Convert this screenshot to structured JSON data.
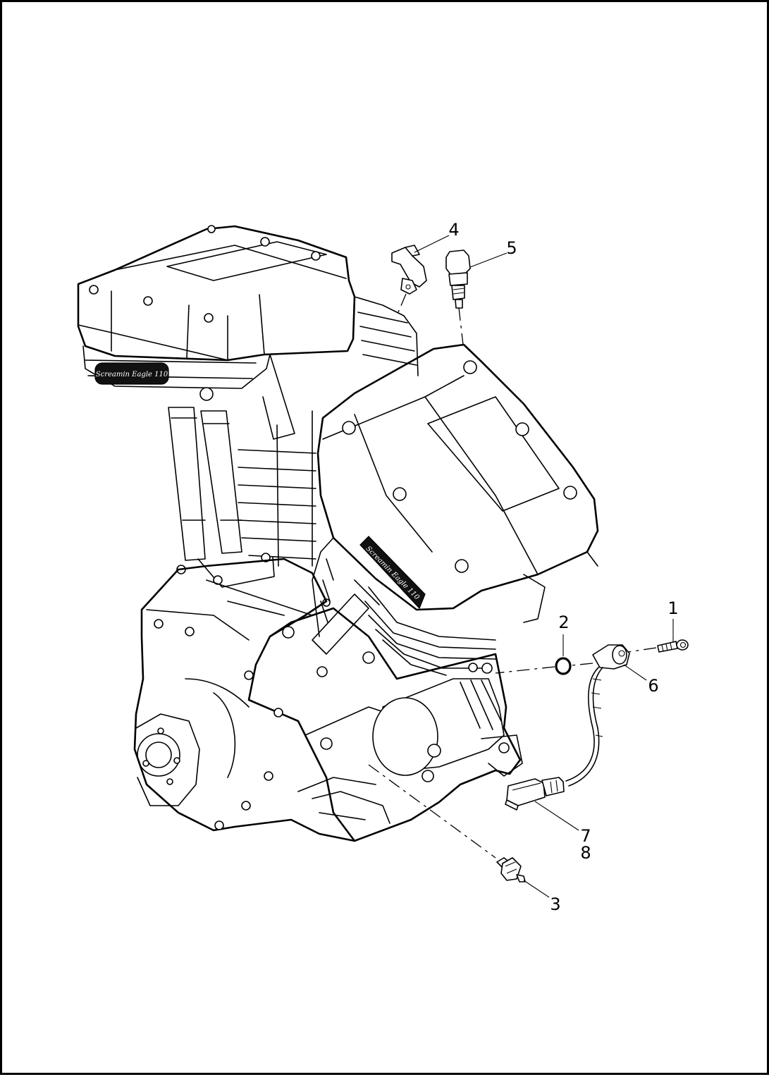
{
  "callouts": [
    {
      "id": "1",
      "label": "1"
    },
    {
      "id": "2",
      "label": "2"
    },
    {
      "id": "3",
      "label": "3"
    },
    {
      "id": "4",
      "label": "4"
    },
    {
      "id": "5",
      "label": "5"
    },
    {
      "id": "6",
      "label": "6"
    },
    {
      "id": "7",
      "label": "7"
    },
    {
      "id": "8",
      "label": "8"
    }
  ],
  "engine": {
    "rear_badge": "Screamin Eagle 110",
    "front_badge": "Screamin Eagle 110"
  }
}
